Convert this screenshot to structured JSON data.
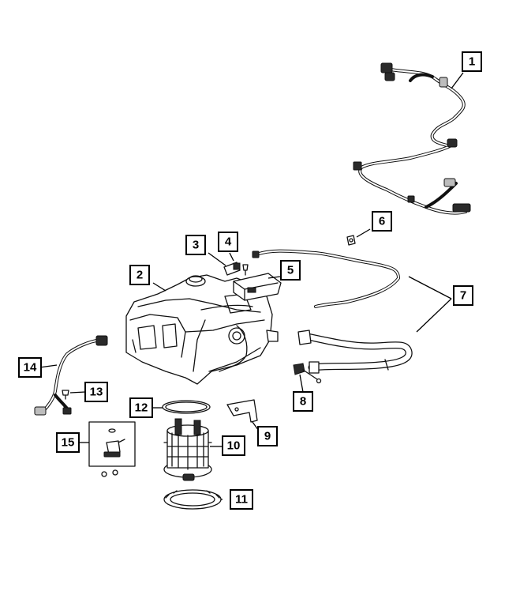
{
  "callouts": [
    {
      "id": "callout-1",
      "label": "1"
    },
    {
      "id": "callout-2",
      "label": "2"
    },
    {
      "id": "callout-3",
      "label": "3"
    },
    {
      "id": "callout-4",
      "label": "4"
    },
    {
      "id": "callout-5",
      "label": "5"
    },
    {
      "id": "callout-6",
      "label": "6"
    },
    {
      "id": "callout-7",
      "label": "7"
    },
    {
      "id": "callout-8",
      "label": "8"
    },
    {
      "id": "callout-9",
      "label": "9"
    },
    {
      "id": "callout-10",
      "label": "10"
    },
    {
      "id": "callout-11",
      "label": "11"
    },
    {
      "id": "callout-12",
      "label": "12"
    },
    {
      "id": "callout-13",
      "label": "13"
    },
    {
      "id": "callout-14",
      "label": "14"
    },
    {
      "id": "callout-15",
      "label": "15"
    }
  ],
  "parts": {
    "wiring_harness": "wiring-harness",
    "fuel_tank": "fuel-tank",
    "fuel_pump_module": "fuel-pump-module",
    "lock_ring": "lock-ring",
    "fill_hose": "fill-hose"
  }
}
